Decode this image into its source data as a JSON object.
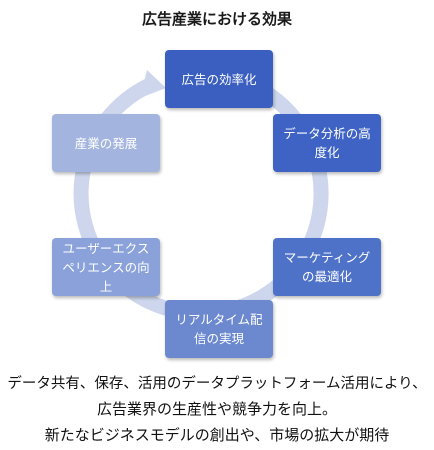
{
  "title": "広告産業における効果",
  "nodes": [
    {
      "label": "広告の効率化",
      "color": "#3a5fc0"
    },
    {
      "label": "データ分析の高度化",
      "color": "#3e63c4"
    },
    {
      "label": "マーケティングの最適化",
      "color": "#4f72c9"
    },
    {
      "label": "リアルタイム配信の実現",
      "color": "#6c89d0"
    },
    {
      "label": "ユーザーエクスペリエンスの向上",
      "color": "#8aa1d9"
    },
    {
      "label": "産業の発展",
      "color": "#a3b4df"
    }
  ],
  "ring_color": "#cdd6ec",
  "caption": {
    "line1": "データ共有、保存、活用のデータプラットフォーム活用により、",
    "line2": "広告業界の生産性や競争力を向上。",
    "line3": "新たなビジネスモデルの創出や、市場の拡大が期待"
  }
}
